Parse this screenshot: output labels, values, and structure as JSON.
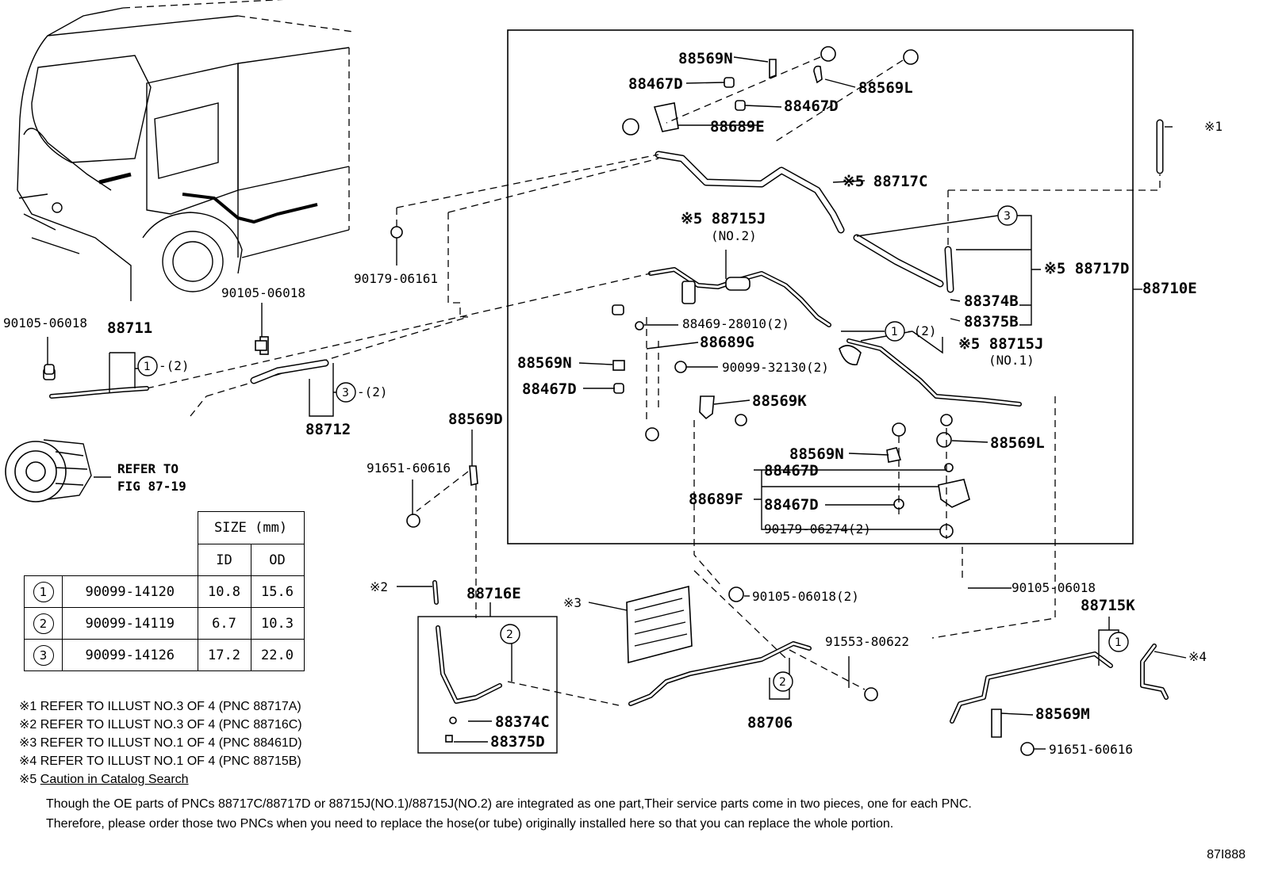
{
  "callouts": {
    "p88569N_top": "88569N",
    "p88467D_top_left": "88467D",
    "p88569L_top": "88569L",
    "p88467D_top_right": "88467D",
    "p88689E": "88689E",
    "p88717C": "※5 88717C",
    "p88715J_no2": "※5 88715J",
    "p88715J_no2_sub": "(NO.2)",
    "p88717D": "※5 88717D",
    "p88710E": "88710E",
    "p88374B": "88374B",
    "p88375B": "88375B",
    "p88469": "88469-28010(2)",
    "p88689G": "88689G",
    "p88569N_mid": "88569N",
    "p90099_32130": "90099-32130(2)",
    "p88715J_no1": "※5 88715J",
    "p88715J_no1_sub": "(NO.1)",
    "p88467D_mid": "88467D",
    "p88569K": "88569K",
    "p88569L_mid": "88569L",
    "p88569N_low": "88569N",
    "p88467D_low1": "88467D",
    "p88689F": "88689F",
    "p88467D_low2": "88467D",
    "p90179_06274": "90179-06274(2)",
    "p90179_06161": "90179-06161",
    "p90105_left": "90105-06018",
    "p90105_mid": "90105-06018",
    "p88711": "88711",
    "p88712": "88712",
    "refer_to": "REFER TO",
    "refer_fig": "FIG 87-19",
    "p88569D": "88569D",
    "p91651_left": "91651-60616",
    "star1": "※1",
    "star2": "※2",
    "star3": "※3",
    "star4": "※4",
    "p88716E": "88716E",
    "p88374C": "88374C",
    "p88375D": "88375D",
    "p90105_06018_2": "90105-06018(2)",
    "p91553": "91553-80622",
    "p88706": "88706",
    "p90105_right": "90105-06018",
    "p88715K": "88715K",
    "p88569M": "88569M",
    "p91651_right": "91651-60616",
    "qty2": "-(2)"
  },
  "circle_refs": [
    "1",
    "2",
    "3"
  ],
  "size_table": {
    "header_size": "SIZE (mm)",
    "header_id": "ID",
    "header_od": "OD",
    "rows": [
      {
        "ref": "1",
        "part": "90099-14120",
        "id": "10.8",
        "od": "15.6"
      },
      {
        "ref": "2",
        "part": "90099-14119",
        "id": "6.7",
        "od": "10.3"
      },
      {
        "ref": "3",
        "part": "90099-14126",
        "id": "17.2",
        "od": "22.0"
      }
    ]
  },
  "notes": [
    "※1 REFER TO ILLUST NO.3 OF 4 (PNC 88717A)",
    "※2 REFER TO ILLUST NO.3 OF 4 (PNC 88716C)",
    "※3 REFER TO ILLUST NO.1 OF 4 (PNC 88461D)",
    "※4 REFER TO ILLUST NO.1 OF 4 (PNC 88715B)"
  ],
  "note5_prefix": "※5",
  "note5_link": "Caution in Catalog Search",
  "paragraph": [
    "Though the OE parts of PNCs 88717C/88717D or 88715J(NO.1)/88715J(NO.2) are integrated as one part,Their service parts come in two pieces, one for each PNC.",
    "Therefore, please order those two PNCs when you need to replace the hose(or tube) originally installed here so that you can replace the whole portion."
  ],
  "figure_number": "87I888"
}
